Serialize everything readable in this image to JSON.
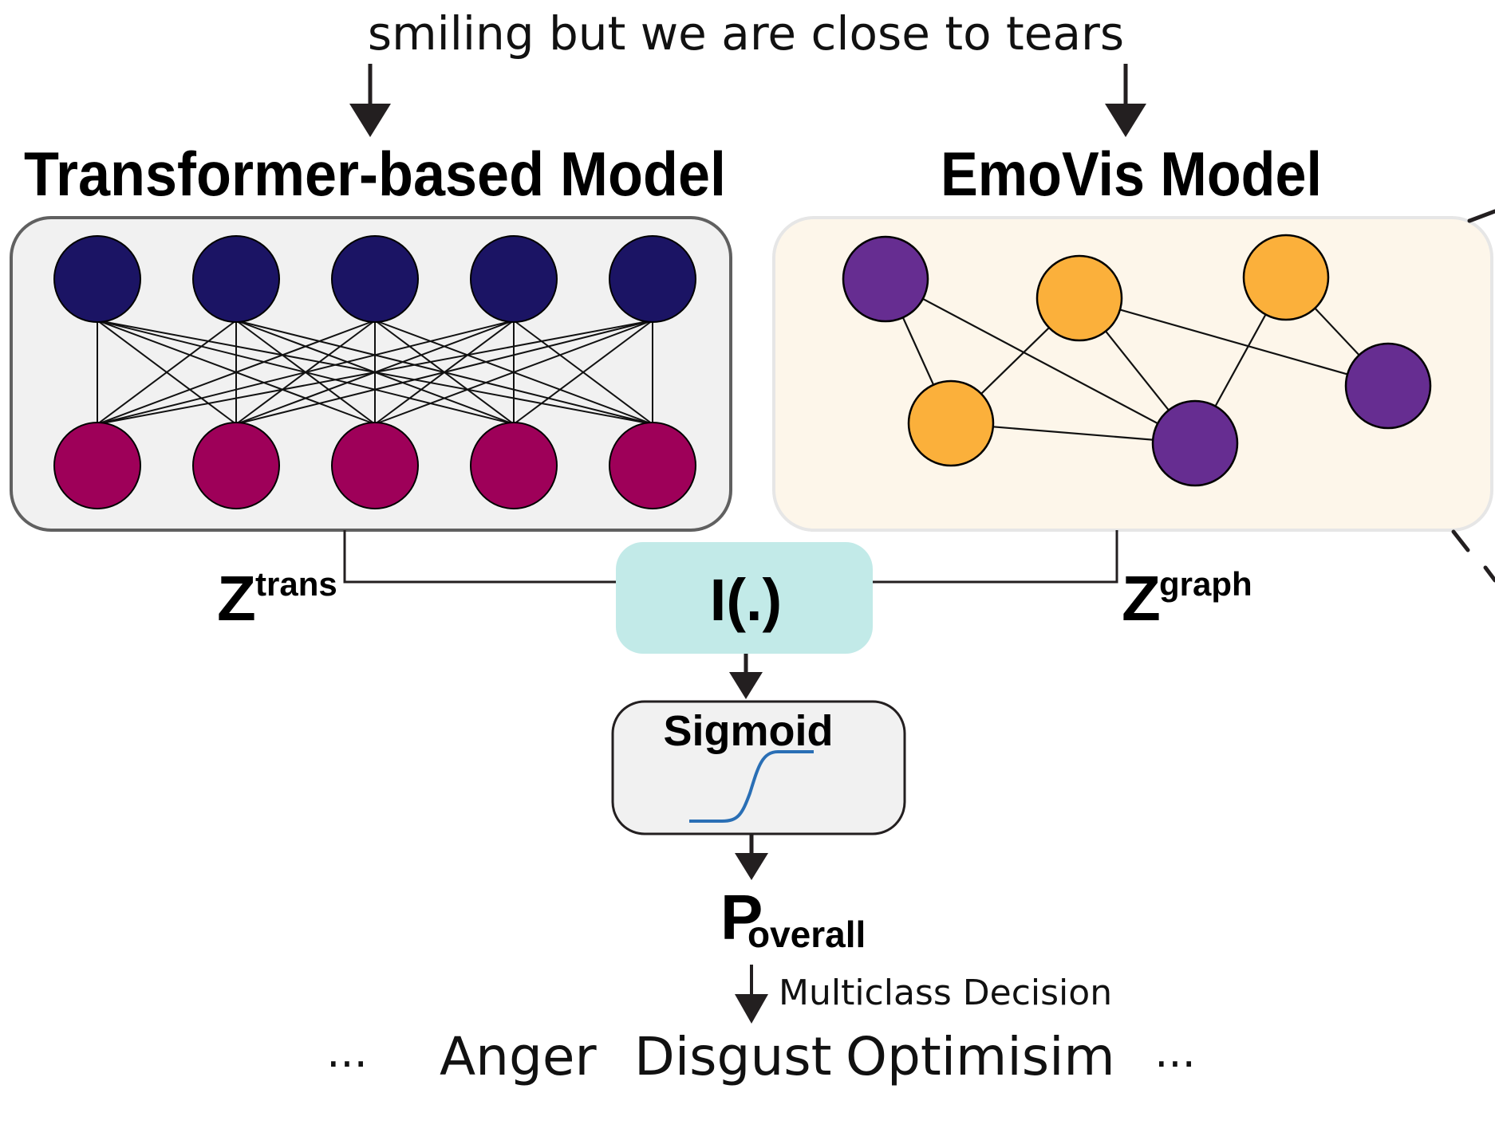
{
  "input_text": "smiling but we are close to tears",
  "transformer": {
    "title": "Transformer-based Model",
    "colors": {
      "top_node": "#1b1464",
      "bottom_node": "#9e0059",
      "panel": "#f1f1f1",
      "panel_border": "#606060"
    }
  },
  "emovis": {
    "title": "EmoVis Model",
    "colors": {
      "purple_node": "#662d91",
      "orange_node": "#fbb03b",
      "panel": "#fdf6ea",
      "panel_border": "#e6e6e6"
    }
  },
  "fusion": {
    "label": "I(.)",
    "color": "#c2eae8"
  },
  "z_trans": {
    "base": "Z",
    "sup": "trans"
  },
  "z_graph": {
    "base": "Z",
    "sup": "graph"
  },
  "sigmoid": {
    "label": "Sigmoid",
    "curve_color": "#2a6fb5"
  },
  "p_overall": {
    "base": "P",
    "sub": "overall"
  },
  "decision_label": "Multiclass Decision",
  "outputs": {
    "leading_ellipsis": "...",
    "classes": [
      "Anger",
      "Disgust",
      "Optimisim"
    ],
    "trailing_ellipsis": "..."
  }
}
